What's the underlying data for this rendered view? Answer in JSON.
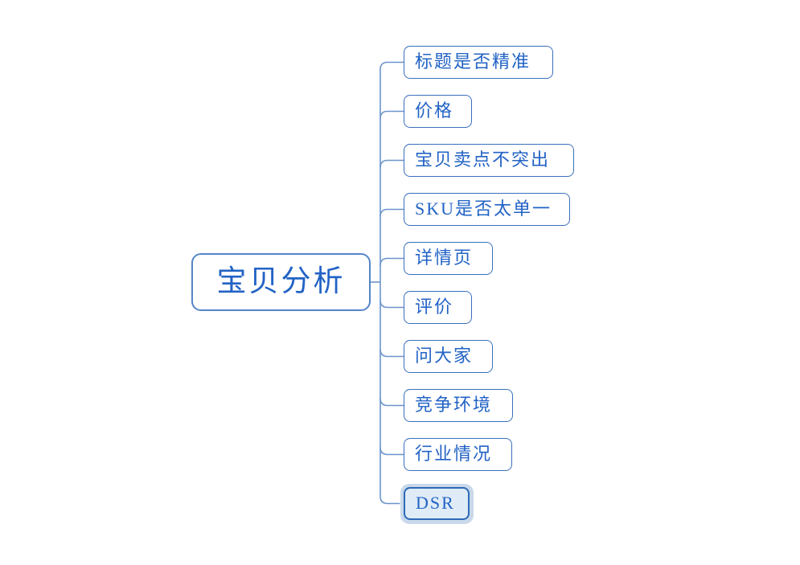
{
  "mindmap": {
    "root": {
      "label": "宝贝分析"
    },
    "children": [
      {
        "label": "标题是否精准",
        "selected": false
      },
      {
        "label": "价格",
        "selected": false
      },
      {
        "label": "宝贝卖点不突出",
        "selected": false
      },
      {
        "label": "SKU是否太单一",
        "selected": false
      },
      {
        "label": "详情页",
        "selected": false
      },
      {
        "label": "评价",
        "selected": false
      },
      {
        "label": "问大家",
        "selected": false
      },
      {
        "label": "竞争环境",
        "selected": false
      },
      {
        "label": "行业情况",
        "selected": false
      },
      {
        "label": "DSR",
        "selected": true
      }
    ],
    "colors": {
      "background": "#ffffff",
      "node_border": "#3a6fbd",
      "root_border": "#5585c8",
      "node_text": "#2263c5",
      "connector": "#6b94cc",
      "selected_border": "#2d69b7",
      "selected_fill": "#dfebf6",
      "selected_halo": "#c9d9eb"
    }
  }
}
